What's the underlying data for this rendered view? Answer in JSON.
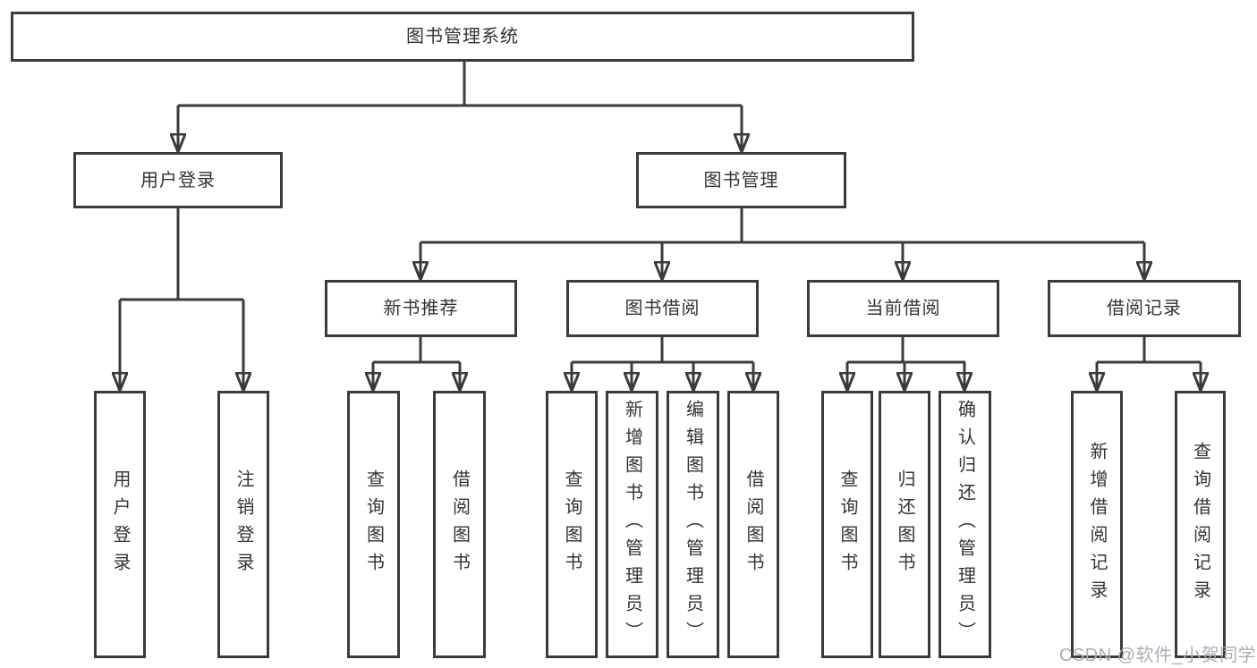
{
  "diagram": {
    "root": {
      "label": "图书管理系统"
    },
    "branches": [
      {
        "label": "用户登录",
        "children": [
          {
            "label": "用户登录"
          },
          {
            "label": "注销登录"
          }
        ]
      },
      {
        "label": "图书管理",
        "children": [
          {
            "label": "新书推荐",
            "children": [
              {
                "label": "查询图书"
              },
              {
                "label": "借阅图书"
              }
            ]
          },
          {
            "label": "图书借阅",
            "children": [
              {
                "label": "查询图书"
              },
              {
                "label": "新增图书（管理员）"
              },
              {
                "label": "编辑图书（管理员）"
              },
              {
                "label": "借阅图书"
              }
            ]
          },
          {
            "label": "当前借阅",
            "children": [
              {
                "label": "查询图书"
              },
              {
                "label": "归还图书"
              },
              {
                "label": "确认归还（管理员）"
              }
            ]
          },
          {
            "label": "借阅记录",
            "children": [
              {
                "label": "新增借阅记录"
              },
              {
                "label": "查询借阅记录"
              }
            ]
          }
        ]
      }
    ]
  },
  "watermark": {
    "text": "CSDN @软件_小贺同学"
  },
  "colors": {
    "line": "#3b3b3b",
    "box_border": "#3b3b3b",
    "box_fill": "#ffffff",
    "text": "#333333",
    "background": "#ffffff",
    "watermark": "#abaeb3"
  }
}
